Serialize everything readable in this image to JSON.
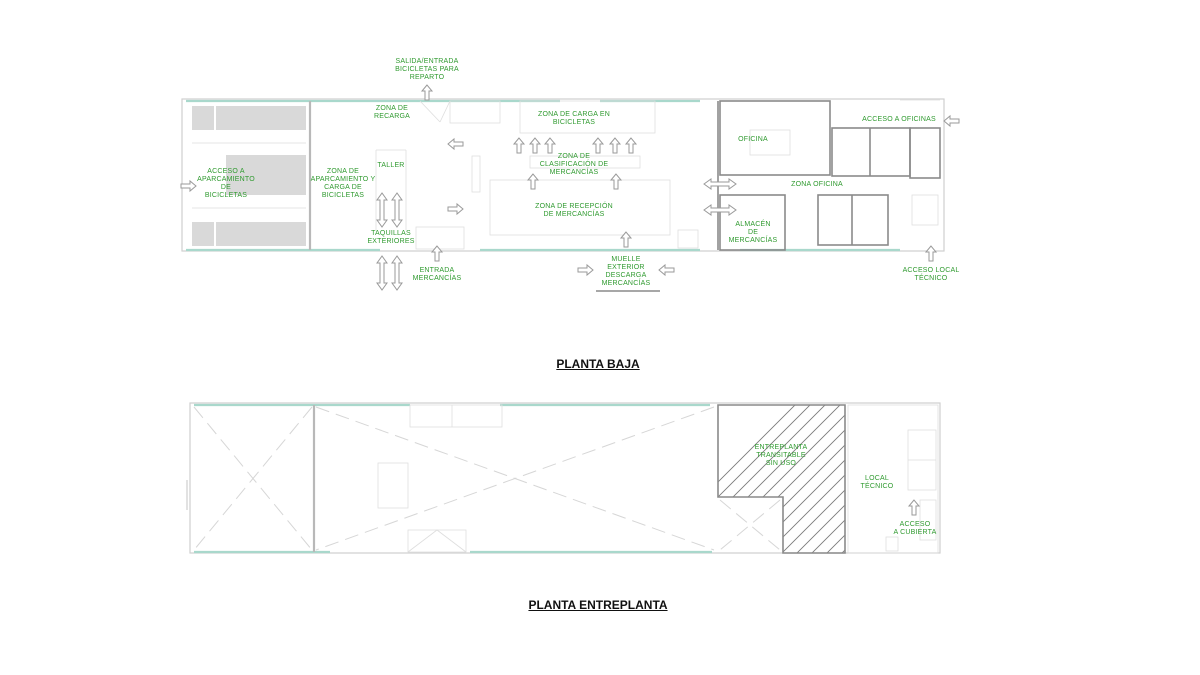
{
  "titles": {
    "ground": "PLANTA BAJA",
    "mezzanine": "PLANTA ENTREPLANTA"
  },
  "ground_labels": {
    "bike_delivery_exit": "SALIDA/ENTRADA\nBICICLETAS PARA\nREPARTO",
    "charging_zone": "ZONA DE\nRECARGA",
    "bike_loading_zone": "ZONA DE CARGA EN\nBICICLETAS",
    "sorting_zone": "ZONA DE\nCLASIFICACIÓN DE\nMERCANCÍAS",
    "office": "OFICINA",
    "office_access": "ACCESO A OFICINAS",
    "bike_parking_access": "ACCESO A\nAPARCAMIENTO\nDE\nBICICLETAS",
    "bike_parking_zone": "ZONA DE\nAPARCAMIENTO Y\nCARGA DE\nBICICLETAS",
    "workshop": "TALLER",
    "office_zone": "ZONA OFICINA",
    "reception_zone": "ZONA DE RECEPCIÓN\nDE MERCANCÍAS",
    "storage": "ALMACÉN\nDE\nMERCANCÍAS",
    "lockers": "TAQUILLAS\nEXTERIORES",
    "goods_entry": "ENTRADA\nMERCANCÍAS",
    "unloading_dock": "MUELLE\nEXTERIOR\nDESCARGA\nMERCANCÍAS",
    "tech_room_access": "ACCESO LOCAL\nTÉCNICO"
  },
  "mezzanine_labels": {
    "unused_mezzanine": "ENTREPLANTA\nTRANSITABLE\nSIN USO",
    "tech_room": "LOCAL\nTÉCNICO",
    "roof_access": "ACCESO\nA CUBIERTA"
  }
}
